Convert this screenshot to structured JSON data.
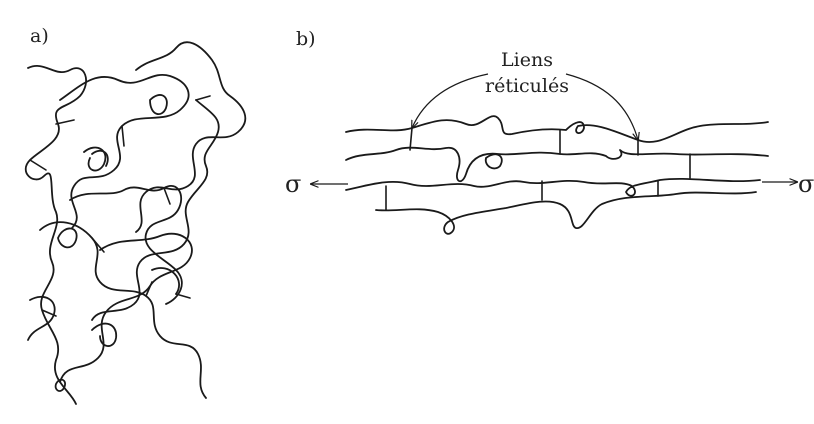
{
  "panels": {
    "a": {
      "label": "a)"
    },
    "b": {
      "label": "b)",
      "annotation_line1": "Liens",
      "annotation_line2": "réticulés",
      "stress_left": "σ",
      "stress_right": "σ"
    }
  },
  "colors": {
    "ink": "#1a1a1a",
    "background": "#ffffff"
  }
}
